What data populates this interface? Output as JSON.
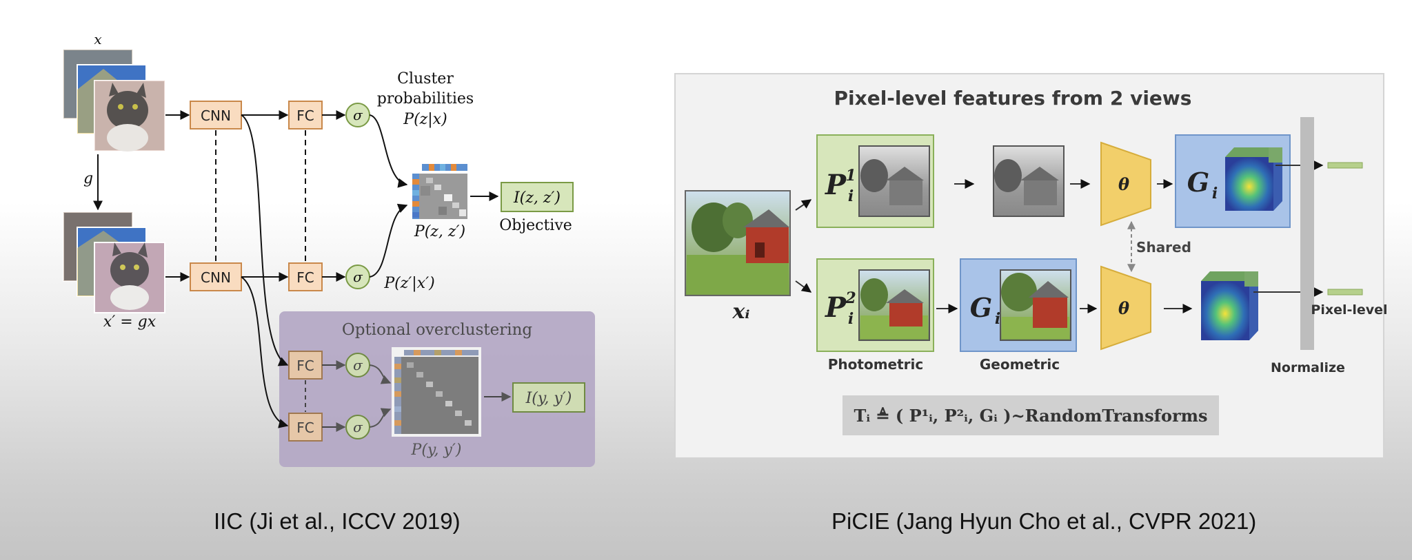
{
  "left_diagram": {
    "input_label": "x",
    "transform_label": "g",
    "transformed_label": "x′ = gx",
    "cnn_label": "CNN",
    "fc_label": "FC",
    "sigma": "σ",
    "cluster_prob_line1": "Cluster",
    "cluster_prob_line2": "probabilities",
    "pzx": "P(z|x)",
    "pzx_prime": "P(z′|x′)",
    "joint": "P(z, z′)",
    "objective_box": "I(z, z′)",
    "objective_label": "Objective",
    "overcluster_title": "Optional overclustering",
    "overcluster_joint": "P(y, y′)",
    "overcluster_objective": "I(y, y′)"
  },
  "right_diagram": {
    "title": "Pixel-level features from 2 views",
    "input_label": "xᵢ",
    "p1_label": "P",
    "p1_sup": "1",
    "p2_label": "P",
    "p2_sup": "2",
    "sub_i": "i",
    "g_label": "G",
    "theta": "θ",
    "shared_label": "Shared",
    "photometric_label": "Photometric",
    "geometric_label": "Geometric",
    "normalize_label": "Normalize",
    "pixel_level_label": "Pixel-level",
    "formula": "Tᵢ ≜ ( P¹ᵢ, P²ᵢ, Gᵢ )~RandomTransforms"
  },
  "captions": {
    "left": "IIC (Ji et al., ICCV 2019)",
    "right": "PiCIE (Jang Hyun Cho et al., CVPR 2021)"
  },
  "colors": {
    "orange_box": "#f9dcc0",
    "orange_border": "#c9884a",
    "green_box": "#d7e6bb",
    "green_border": "#7a9a45",
    "purple_panel": "#b3a7c4",
    "blue_box": "#a9c3e8",
    "theta_yellow": "#f2cf6a",
    "panel_gray": "#f2f2f2"
  }
}
